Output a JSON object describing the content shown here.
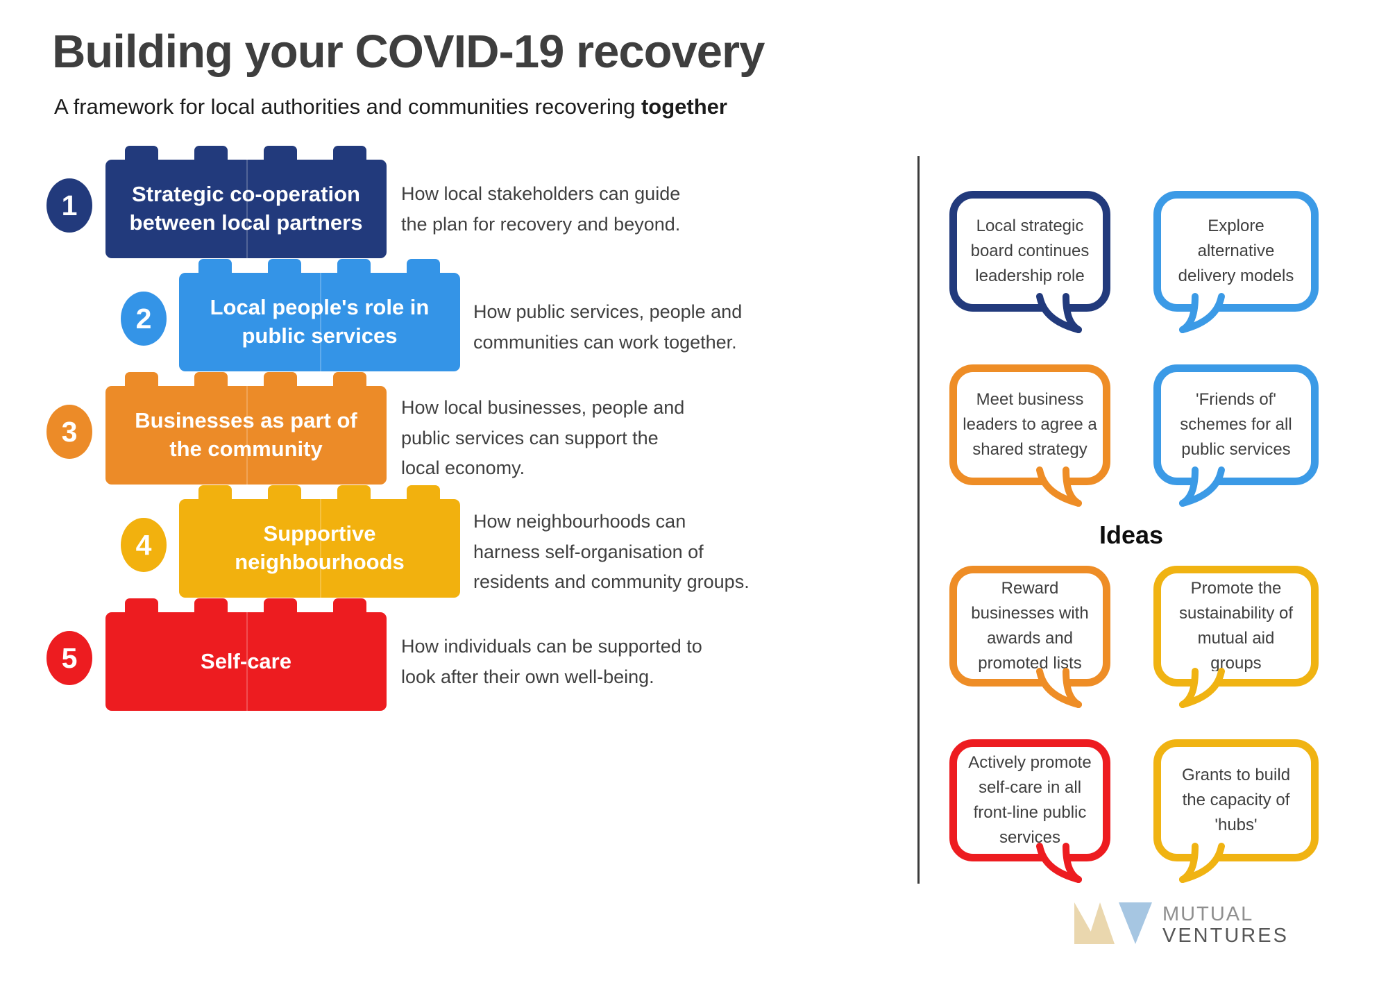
{
  "header": {
    "title": "Building your COVID-19 recovery",
    "subtitle": "A framework for local authorities and communities recovering ",
    "subtitle_emphasis": "together"
  },
  "framework": {
    "blocks": [
      {
        "number": "1",
        "label": "Strategic co-operation\nbetween local partners",
        "description": "How local stakeholders can guide\nthe plan for recovery and beyond.",
        "color": "#223a7c"
      },
      {
        "number": "2",
        "label": "Local people's role in\npublic services",
        "description": "How public services, people and\ncommunities can work together.",
        "color": "#3494e7"
      },
      {
        "number": "3",
        "label": "Businesses as part of\nthe community",
        "description": "How local businesses, people and\npublic services can support the\nlocal economy.",
        "color": "#ec8b28"
      },
      {
        "number": "4",
        "label": "Supportive\nneighbourhoods",
        "description": "How neighbourhoods can\nharness self-organisation of\nresidents and community groups.",
        "color": "#f2b10e"
      },
      {
        "number": "5",
        "label": "Self-care",
        "description": "How individuals can be supported to\nlook after their own well-being.",
        "color": "#ed1c20"
      }
    ]
  },
  "ideas": {
    "label": "Ideas",
    "bubbles": [
      {
        "text": "Local strategic\nboard continues\nleadership role",
        "color": "#223a7c",
        "tail": "bottom-right"
      },
      {
        "text": "Explore\nalternative\ndelivery models",
        "color": "#3b9ae6",
        "tail": "bottom-left"
      },
      {
        "text": "Meet business\nleaders to agree a\nshared strategy",
        "color": "#ee8d26",
        "tail": "bottom-right"
      },
      {
        "text": "'Friends of'\nschemes for all\npublic services",
        "color": "#3b9ae6",
        "tail": "bottom-left"
      },
      {
        "text": "Reward\nbusinesses with\nawards and\npromoted lists",
        "color": "#ee8d26",
        "tail": "bottom-right"
      },
      {
        "text": "Promote the\nsustainability of\nmutual aid\ngroups",
        "color": "#f0b312",
        "tail": "bottom-left"
      },
      {
        "text": "Actively promote\nself-care in all\nfront-line public\nservices",
        "color": "#ed1c20",
        "tail": "bottom-right"
      },
      {
        "text": "Grants to build\nthe capacity of\n'hubs'",
        "color": "#f0b312",
        "tail": "bottom-left"
      }
    ]
  },
  "logo": {
    "line1": "MUTUAL",
    "line2": "VENTURES"
  },
  "palette": {
    "navy": "#223a7c",
    "blue": "#3494e7",
    "bubble_blue": "#3b9ae6",
    "orange": "#ec8b28",
    "bubble_orange": "#ee8d26",
    "amber": "#f0b312",
    "red": "#ed1c20",
    "text_dark": "#3f3f3f",
    "divider": "#3b3b3b",
    "logo_tan": "#ead7ae",
    "logo_blue": "#a6c6e2"
  }
}
